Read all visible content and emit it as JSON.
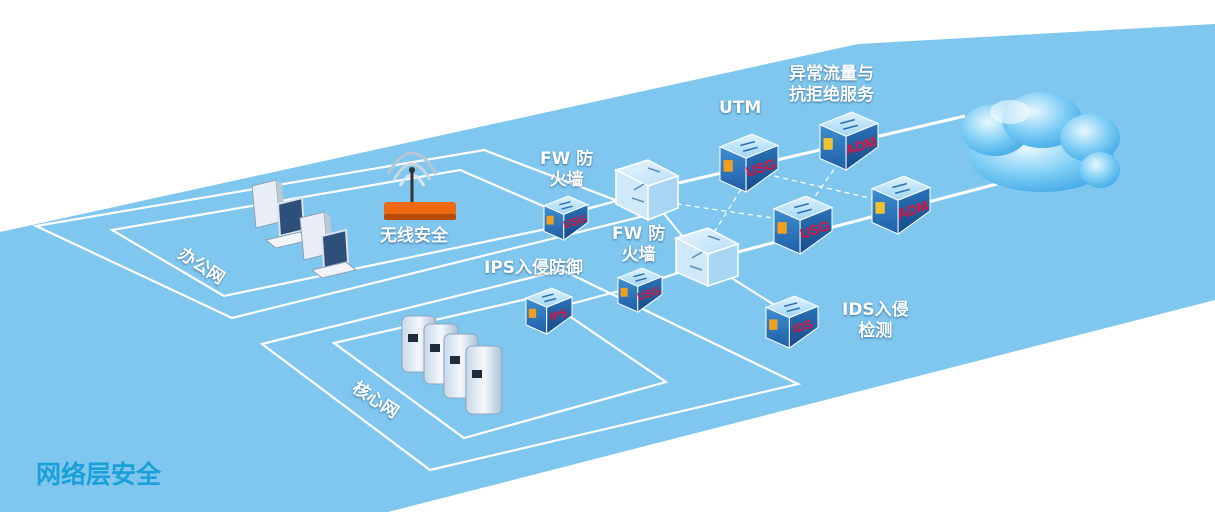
{
  "page_title": "网络层安全",
  "zones": {
    "office": "办公网",
    "core": "核心网"
  },
  "labels": {
    "wireless": "无线安全",
    "fw_top_line1": "FW 防",
    "fw_top_line2": "火墙",
    "fw_mid_line1": "FW 防",
    "fw_mid_line2": "火墙",
    "ips": "IPS入侵防御",
    "utm": "UTM",
    "adm_line1": "异常流量与",
    "adm_line2": "抗拒绝服务",
    "ids_line1": "IDS入侵",
    "ids_line2": "检测"
  },
  "device_badges": {
    "usg": "USG",
    "adm": "ADM",
    "ips": "IPS",
    "ids": "IDS"
  },
  "colors": {
    "platform": "#7fc7ee",
    "title": "#1aa0d8",
    "badge_text": "#e0103a",
    "router_orange": "#ee6a12",
    "cloud": "#4fb8ef"
  }
}
